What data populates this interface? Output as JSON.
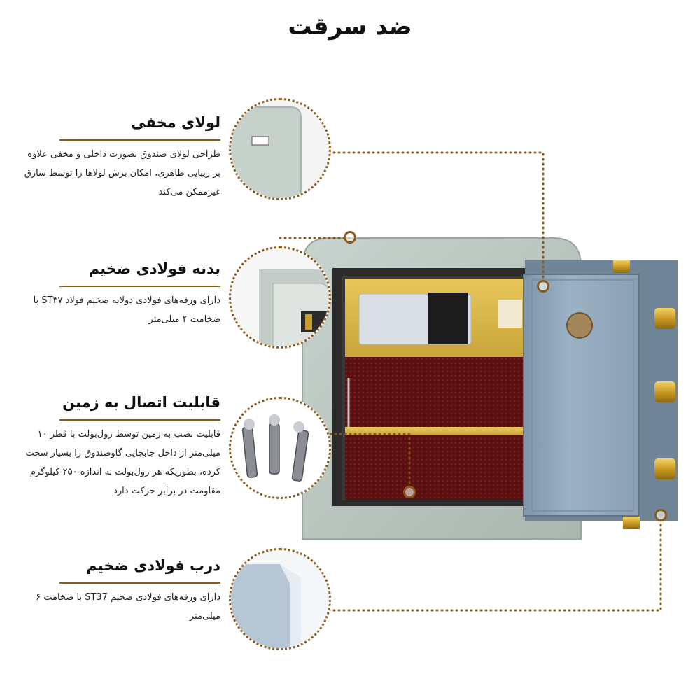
{
  "title": "ضد سرقت",
  "features": [
    {
      "title": "لولای مخفی",
      "text": "طراحی لولای صندوق بصورت داخلی و مخفی علاوه بر زیبایی ظاهری، امکان برش لولاها را توسط سارق غیرممکن می‌کند"
    },
    {
      "title": "بدنه فولادی ضخیم",
      "text": "دارای ورقه‌های فولادی دولایه ضخیم فولاد ST۳۷ با ضخامت ۴ میلی‌متر"
    },
    {
      "title": "قابلیت اتصال به زمین",
      "text": "قابلیت نصب به زمین توسط رول‌بولت با قطر ۱۰ میلی‌متر از داخل جابجایی گاوصندوق را بسیار سخت کرده، بطوریکه هر رول‌بولت به اندازه ۲۵۰ کیلوگرم مقاومت در برابر حرکت دارد"
    },
    {
      "title": "درب فولادی ضخیم",
      "text": "دارای ورقه‌های فولادی ضخیم ST37 با ضخامت ۶ میلی‌متر"
    }
  ],
  "colors": {
    "accent": "#8a5a1a",
    "safe_body": "#b9c4bf",
    "safe_door": "#8da3b6",
    "interior_velvet": "#5a0f10",
    "brass": "#d4a92a"
  }
}
